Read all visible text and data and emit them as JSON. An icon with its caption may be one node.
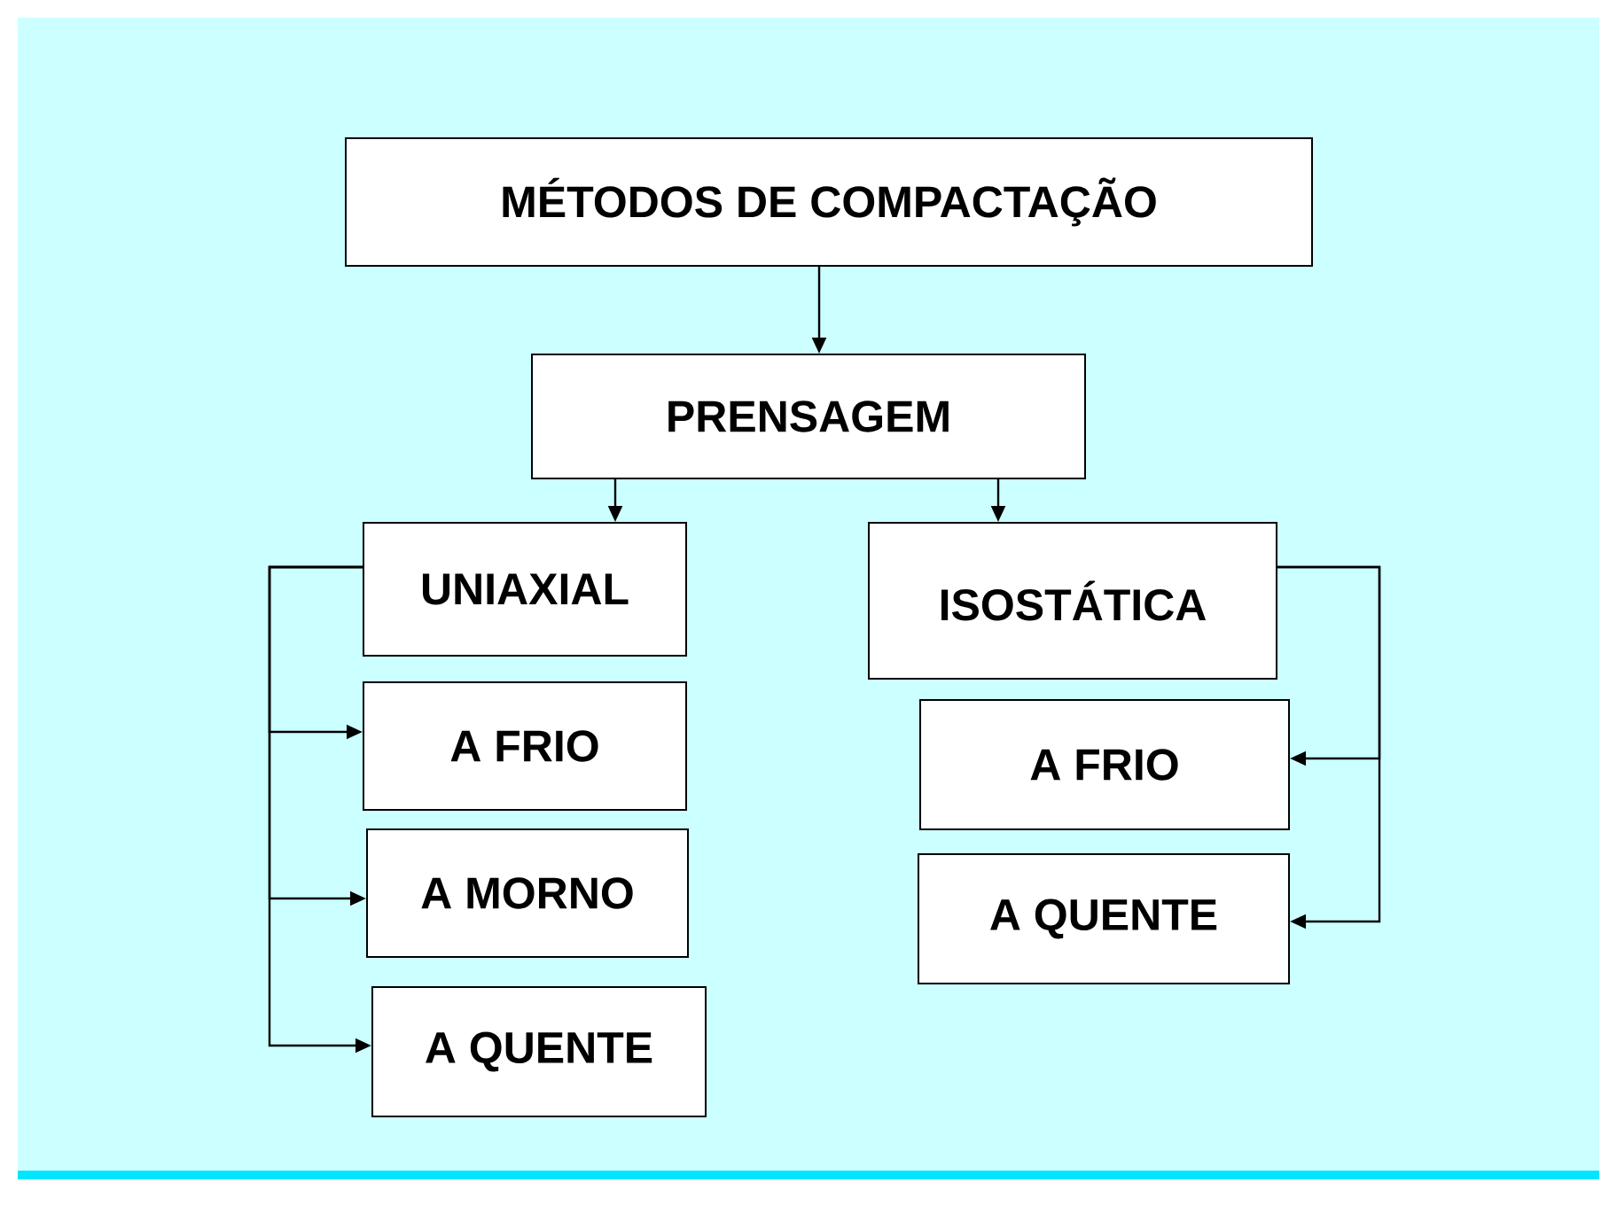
{
  "diagram": {
    "nodes": [
      {
        "text": [
          "MÉTODOS DE COMPACTAÇÃO"
        ]
      },
      {
        "text": [
          "PRENSAGEM"
        ]
      },
      {
        "text": [
          "UNIAXIAL"
        ]
      },
      {
        "text": [
          "ISOSTÁTICA"
        ]
      },
      {
        "text": [
          "A FRIO"
        ]
      },
      {
        "text": [
          "A MORNO"
        ]
      },
      {
        "text": [
          "A QUENTE"
        ]
      },
      {
        "text": [
          "A FRIO"
        ]
      },
      {
        "text": [
          "A QUENTE"
        ]
      }
    ],
    "edges": [
      {
        "from": 0,
        "to": 1,
        "arrow": "to"
      },
      {
        "from": 1,
        "to": 2,
        "arrow": "to"
      },
      {
        "from": 1,
        "to": 3,
        "arrow": "to"
      },
      {
        "from": 2,
        "to": 4,
        "arrow": "to"
      },
      {
        "from": 2,
        "to": 5,
        "arrow": "to"
      },
      {
        "from": 2,
        "to": 6,
        "arrow": "to"
      },
      {
        "from": 3,
        "to": 7,
        "arrow": "to"
      },
      {
        "from": 3,
        "to": 8,
        "arrow": "to"
      }
    ]
  }
}
